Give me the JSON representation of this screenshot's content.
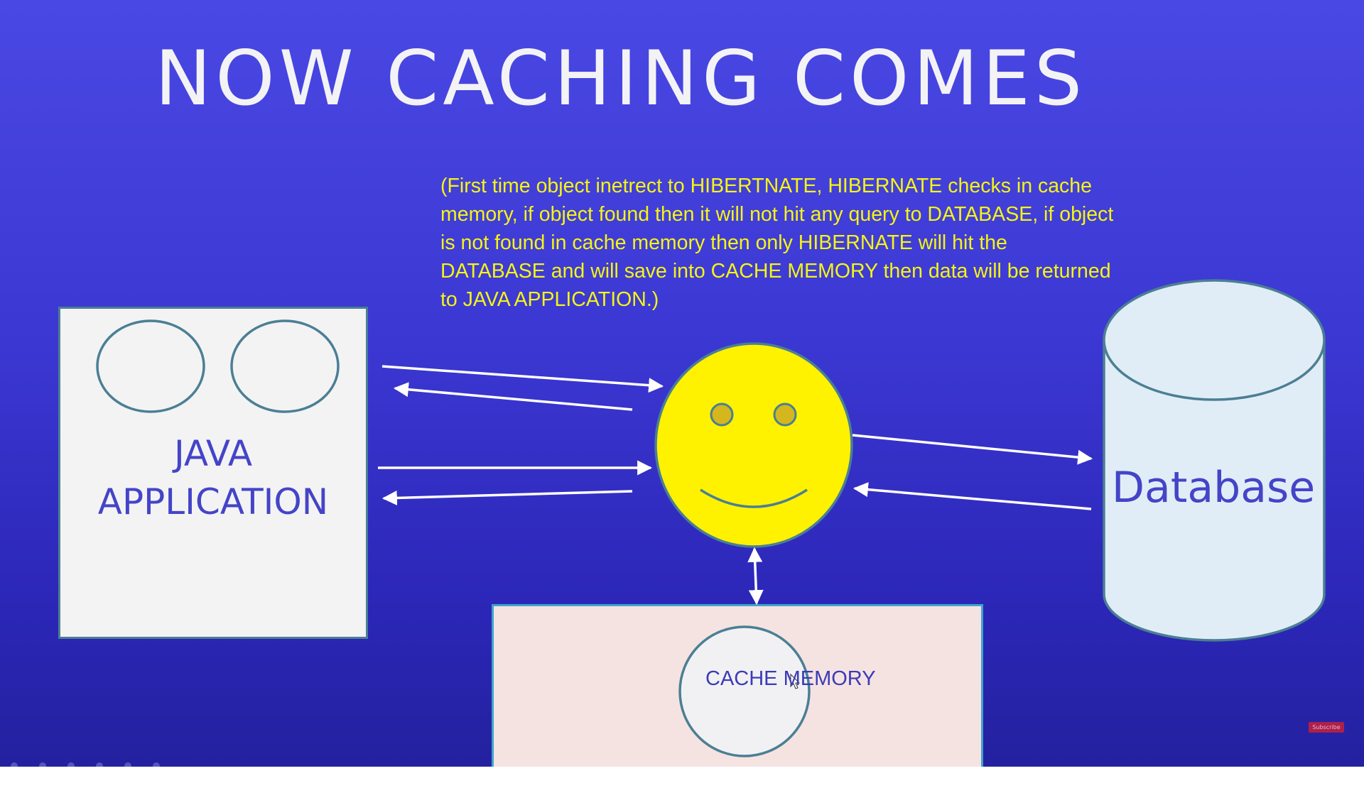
{
  "slide": {
    "title": "NOW CACHING COMES",
    "note": "(First time object inetrect to HIBERTNATE, HIBERNATE checks in cache memory, if object found then it will not hit any query to DATABASE, if object is not found in cache memory then only HIBERNATE will hit the DATABASE and will save into CACHE MEMORY then data will be returned to JAVA APPLICATION.)",
    "java_label_line1": "JAVA",
    "java_label_line2": "APPLICATION",
    "database_label": "Database",
    "cache_label": "CACHE MEMORY",
    "subscribe_label": "Subscribe"
  },
  "colors": {
    "background_top": "#4a48e4",
    "background_bottom": "#24219f",
    "title": "#f3f3f6",
    "note": "#f5f515",
    "label": "#4444c8",
    "smiley_face": "#fff200",
    "outline": "#4b7f94"
  },
  "icons": {
    "hibernate": "smiley-face-icon",
    "database": "cylinder-icon",
    "arrows": "arrow-icon",
    "cursor": "mouse-cursor-icon"
  }
}
